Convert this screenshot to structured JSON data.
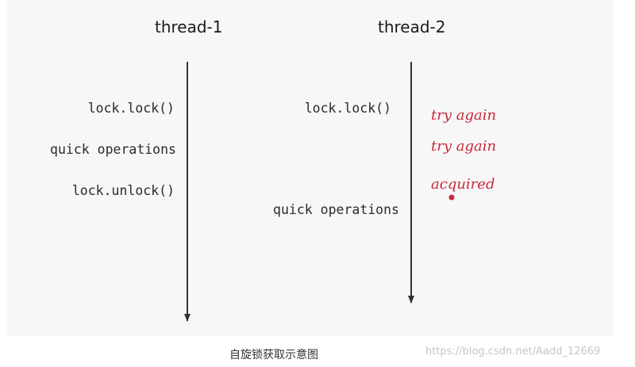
{
  "threads": [
    {
      "title": "thread-1",
      "lines": [
        "lock.lock()",
        "quick operations",
        "lock.unlock()"
      ]
    },
    {
      "title": "thread-2",
      "lines": [
        "lock.lock()",
        "quick operations"
      ],
      "annotations": [
        "try again",
        "try again",
        "acquired"
      ]
    }
  ],
  "caption": "自旋锁获取示意图",
  "watermark": "https://blog.csdn.net/Aadd_12669",
  "colors": {
    "annotation": "#c8283c",
    "line": "#333333"
  }
}
